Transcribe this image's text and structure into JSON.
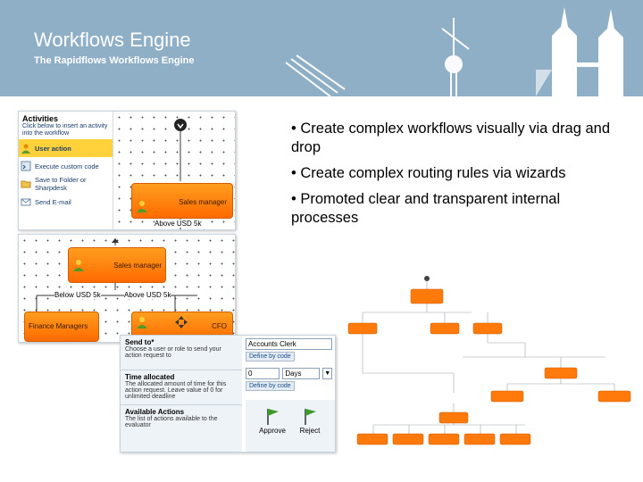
{
  "header": {
    "title": "Workflows Engine",
    "subtitle": "The Rapidflows Workflows Engine"
  },
  "activities_panel": {
    "heading": "Activities",
    "hint": "Click below to insert an activity into the workflow",
    "items": [
      {
        "label": "User action",
        "selected": true
      },
      {
        "label": "Execute custom code",
        "selected": false
      },
      {
        "label": "Save to Folder or Sharpdesk",
        "selected": false
      },
      {
        "label": "Send E-mail",
        "selected": false
      }
    ],
    "canvas_box_label": "Sales manager",
    "condition_label": "Above USD 5k"
  },
  "routing_panel": {
    "top_box_label": "Sales manager",
    "left_condition": "Below USD 5k",
    "right_condition": "Above USD 5k",
    "left_box_label": "Finance Managers",
    "right_box_label": "CFO"
  },
  "properties_panel": {
    "send_to": {
      "heading": "Send to*",
      "description": "Choose a user or role to send your action request to",
      "value": "Accounts Clerk",
      "button": "Define by code"
    },
    "time_allocated": {
      "heading": "Time allocated",
      "description": "The allocated amount of time for this action request. Leave value of 0 for unlimited deadline",
      "value": "0",
      "unit": "Days",
      "button": "Define by code"
    },
    "available_actions": {
      "heading": "Available Actions",
      "description": "The list of actions available to the evaluator",
      "actions": [
        "Approve",
        "Reject"
      ]
    }
  },
  "bullets": [
    "• Create complex workflows visually via drag and drop",
    "• Create complex routing rules via wizards",
    "• Promoted clear and transparent internal processes"
  ],
  "colors": {
    "header_bg": "#8fafc7",
    "activity_box": "#ff7f0a",
    "selected_item": "#ffd23c"
  }
}
